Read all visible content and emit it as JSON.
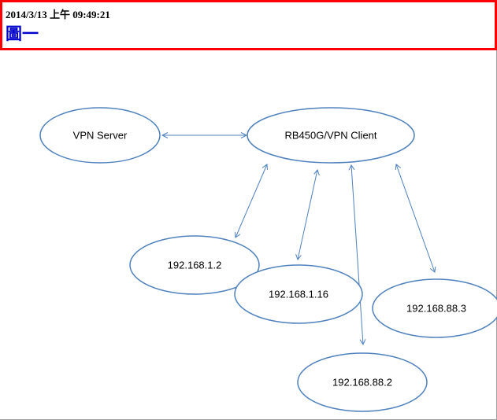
{
  "header": {
    "timestamp": "2014/3/13 上午 09:49:21",
    "title": "圖一"
  },
  "diagram": {
    "nodes": [
      {
        "id": "vpn-server",
        "label": "VPN Server"
      },
      {
        "id": "rb450g-client",
        "label": "RB450G/VPN Client"
      },
      {
        "id": "ip-192-168-1-2",
        "label": "192.168.1.2"
      },
      {
        "id": "ip-192-168-1-16",
        "label": "192.168.1.16"
      },
      {
        "id": "ip-192-168-88-3",
        "label": "192.168.88.3"
      },
      {
        "id": "ip-192-168-88-2",
        "label": "192.168.88.2"
      }
    ],
    "edges": [
      {
        "from": "vpn-server",
        "to": "rb450g-client",
        "direction": "both"
      },
      {
        "from": "rb450g-client",
        "to": "ip-192-168-1-2",
        "direction": "both"
      },
      {
        "from": "rb450g-client",
        "to": "ip-192-168-1-16",
        "direction": "both"
      },
      {
        "from": "rb450g-client",
        "to": "ip-192-168-88-2",
        "direction": "both"
      },
      {
        "from": "rb450g-client",
        "to": "ip-192-168-88-3",
        "direction": "both"
      }
    ]
  },
  "colors": {
    "header_border": "#ff0000",
    "title": "#0000cc",
    "diagram_stroke": "#4f81bd"
  }
}
